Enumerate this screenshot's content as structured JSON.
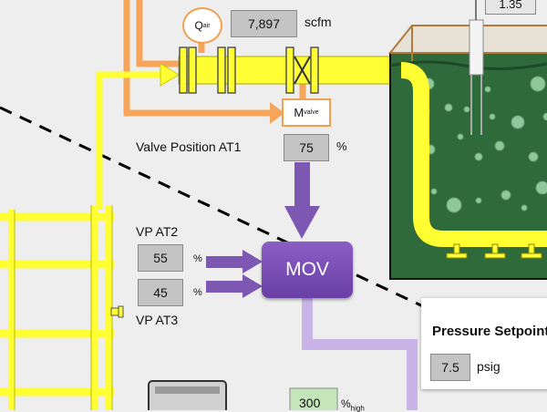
{
  "air_flow": {
    "meter_label": "Q",
    "meter_label_sub": "air",
    "value": "7,897",
    "unit": "scfm"
  },
  "valve_motor": {
    "label": "M",
    "label_sub": "valve"
  },
  "valve_position_at1": {
    "label": "Valve Position AT1",
    "value": "75",
    "unit": "%"
  },
  "vp_at2": {
    "label": "VP AT2",
    "value": "55",
    "unit": "%"
  },
  "vp_at3": {
    "label": "VP AT3",
    "value": "45",
    "unit": "%"
  },
  "mov": {
    "label": "MOV"
  },
  "pressure_setpoint": {
    "title": "Pressure Setpoint",
    "value": "7.5",
    "unit": "psig"
  },
  "probe_readout": {
    "value": "1.35"
  },
  "bottom_readout": {
    "value": "300",
    "unit": "%",
    "unit_sub": "high"
  },
  "colors": {
    "air_pipe": "#ffff33",
    "signal_orange": "#f7a55a",
    "purple_arrow": "#7d58b3",
    "light_purple_line": "#c8b4e6",
    "tank_green": "#2f6b3a",
    "tank_frame": "#b07a3a"
  }
}
